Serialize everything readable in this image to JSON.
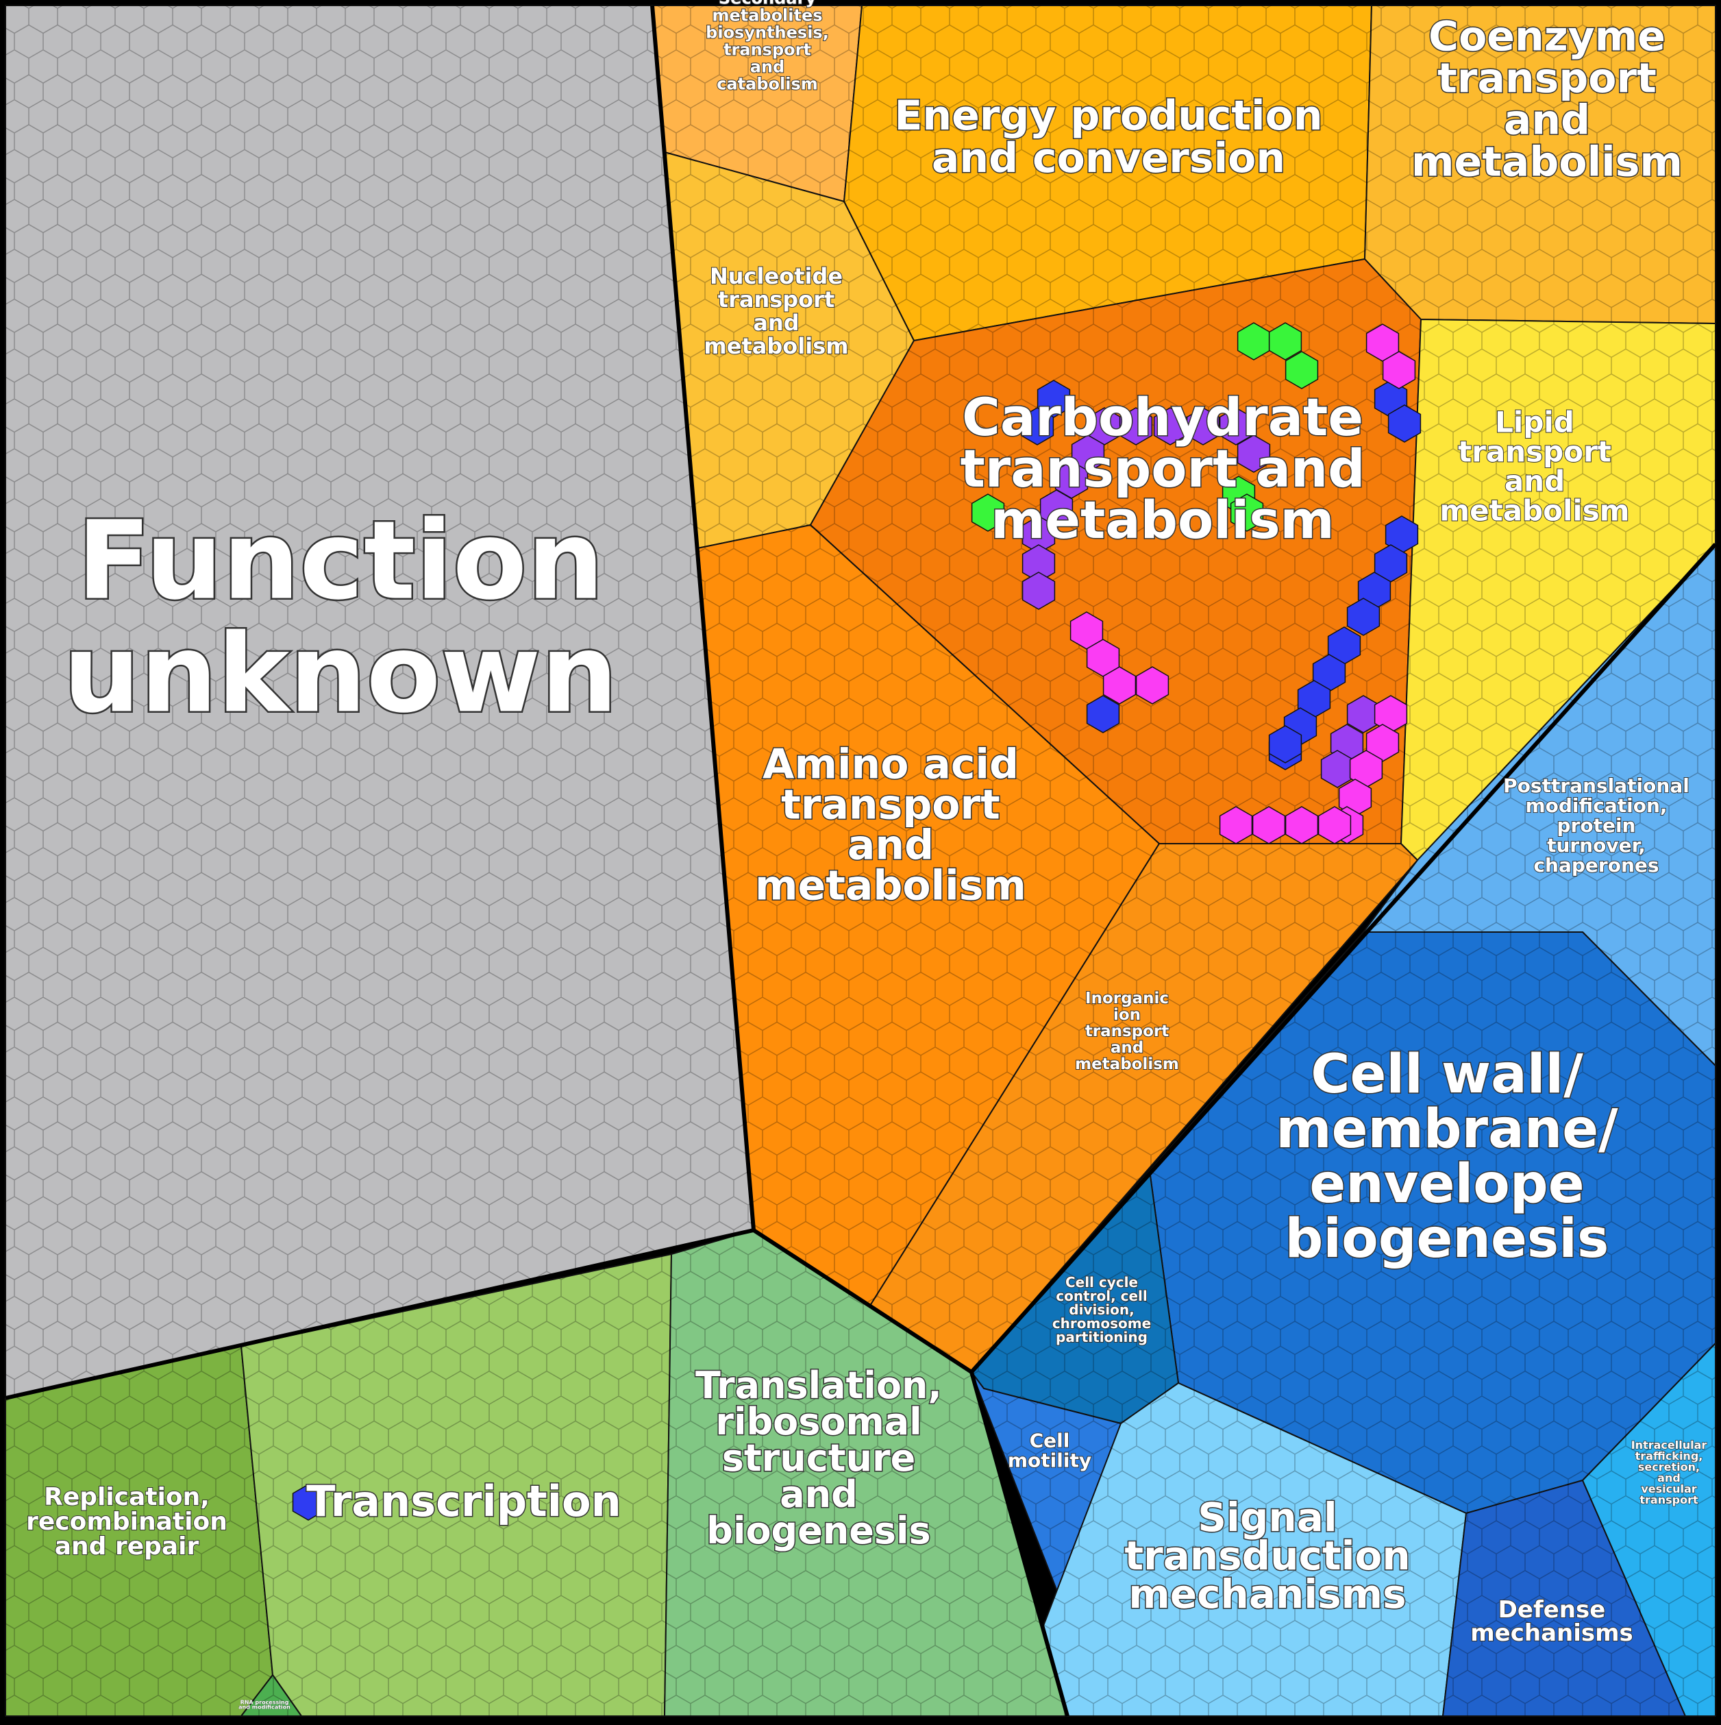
{
  "title": "Proteomap of COG functional categories",
  "colors": {
    "function_unknown": "#bdbdbf",
    "secondary_metabolites": "#ffb44a",
    "energy": "#ffb40a",
    "coenzyme": "#fcba2e",
    "nucleotide": "#fcc235",
    "carbohydrate": "#f57c0a",
    "amino_acid": "#ff8e0a",
    "inorganic_ion": "#fb9212",
    "lipid": "#fde63a",
    "posttranslational": "#62b1f2",
    "cell_wall": "#1b72d2",
    "cell_cycle": "#0f73b8",
    "cell_motility": "#2a7be0",
    "signal_transduction": "#7fd2fb",
    "defense": "#2062cc",
    "intracellular": "#28b0f0",
    "replication": "#7cb341",
    "transcription": "#9ccc65",
    "translation": "#81c784",
    "rna_processing": "#4caf50",
    "highlight_green": "#39f53a",
    "highlight_blue": "#2f3cf2",
    "highlight_purple": "#9b3ff2",
    "highlight_magenta": "#fb3cf4"
  },
  "regions": {
    "function_unknown": {
      "label_lines": [
        "Function",
        "unknown"
      ]
    },
    "secondary_metabolites": {
      "label_lines": [
        "Secondary",
        "metabolites",
        "biosynthesis,",
        "transport",
        "and",
        "catabolism"
      ]
    },
    "energy": {
      "label_lines": [
        "Energy production",
        "and conversion"
      ]
    },
    "coenzyme": {
      "label_lines": [
        "Coenzyme",
        "transport",
        "and",
        "metabolism"
      ]
    },
    "nucleotide": {
      "label_lines": [
        "Nucleotide",
        "transport",
        "and",
        "metabolism"
      ]
    },
    "carbohydrate": {
      "label_lines": [
        "Carbohydrate",
        "transport and",
        "metabolism"
      ]
    },
    "amino_acid": {
      "label_lines": [
        "Amino acid",
        "transport",
        "and",
        "metabolism"
      ]
    },
    "inorganic_ion": {
      "label_lines": [
        "Inorganic",
        "ion",
        "transport",
        "and",
        "metabolism"
      ]
    },
    "lipid": {
      "label_lines": [
        "Lipid",
        "transport",
        "and",
        "metabolism"
      ]
    },
    "posttranslational": {
      "label_lines": [
        "Posttranslational",
        "modification,",
        "protein",
        "turnover,",
        "chaperones"
      ]
    },
    "cell_wall": {
      "label_lines": [
        "Cell wall/",
        "membrane/",
        "envelope",
        "biogenesis"
      ]
    },
    "cell_cycle": {
      "label_lines": [
        "Cell cycle",
        "control, cell",
        "division,",
        "chromosome",
        "partitioning"
      ]
    },
    "cell_motility": {
      "label_lines": [
        "Cell",
        "motility"
      ]
    },
    "signal_transduction": {
      "label_lines": [
        "Signal",
        "transduction",
        "mechanisms"
      ]
    },
    "defense": {
      "label_lines": [
        "Defense",
        "mechanisms"
      ]
    },
    "intracellular": {
      "label_lines": [
        "Intracellular",
        "trafficking,",
        "secretion,",
        "and",
        "vesicular",
        "transport"
      ]
    },
    "replication": {
      "label_lines": [
        "Replication,",
        "recombination",
        "and repair"
      ]
    },
    "transcription": {
      "label_lines": [
        "Transcription"
      ]
    },
    "translation": {
      "label_lines": [
        "Translation,",
        "ribosomal",
        "structure",
        "and",
        "biogenesis"
      ]
    },
    "rna_processing": {
      "label_lines": [
        "RNA processing",
        "and modification"
      ]
    }
  }
}
